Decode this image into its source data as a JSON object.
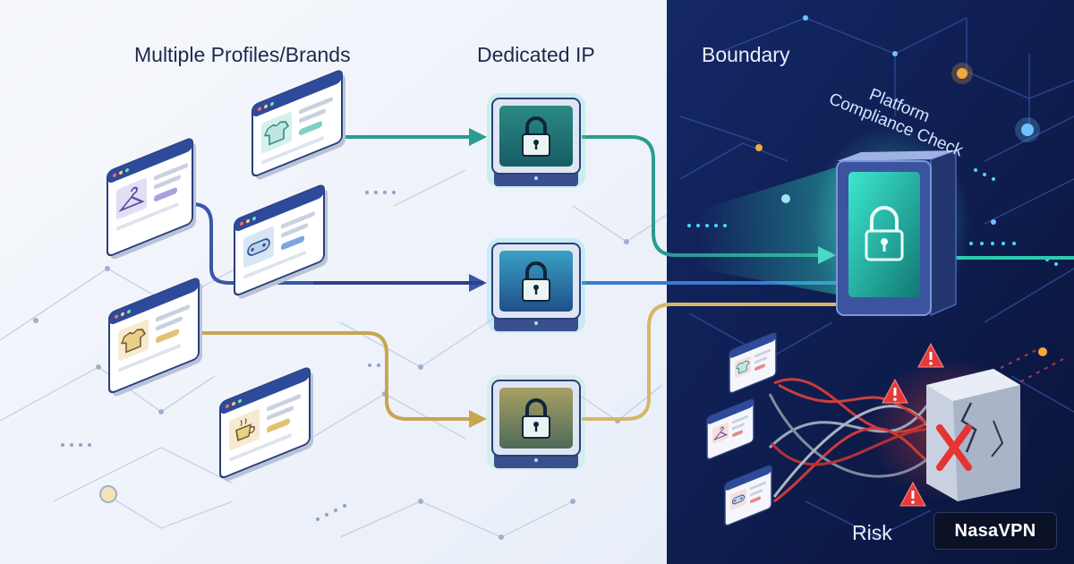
{
  "labels": {
    "profiles": "Multiple Profiles/Brands",
    "dedicated_ip": "Dedicated IP",
    "boundary": "Boundary",
    "platform_check_line1": "Platform",
    "platform_check_line2": "Compliance Check",
    "risk": "Risk"
  },
  "brand": {
    "name": "NasaVPN"
  },
  "colors": {
    "bg_light": "#eef3fa",
    "bg_dark": "#0d1a44",
    "path_teal": "#2a9d8f",
    "path_blue": "#3b56a8",
    "path_gold": "#c9a552",
    "risk_red": "#d23a3a",
    "gate_glow": "#33e0c4"
  },
  "icons": {
    "profile_icons": [
      "hanger-icon",
      "shirt-icon",
      "controller-icon",
      "tshirt-icon",
      "coffee-cup-icon"
    ],
    "ip_icon": "padlock-icon",
    "gate_icon": "padlock-icon",
    "warning_icon": "warning-triangle-icon",
    "fail_icon": "x-mark-icon"
  }
}
